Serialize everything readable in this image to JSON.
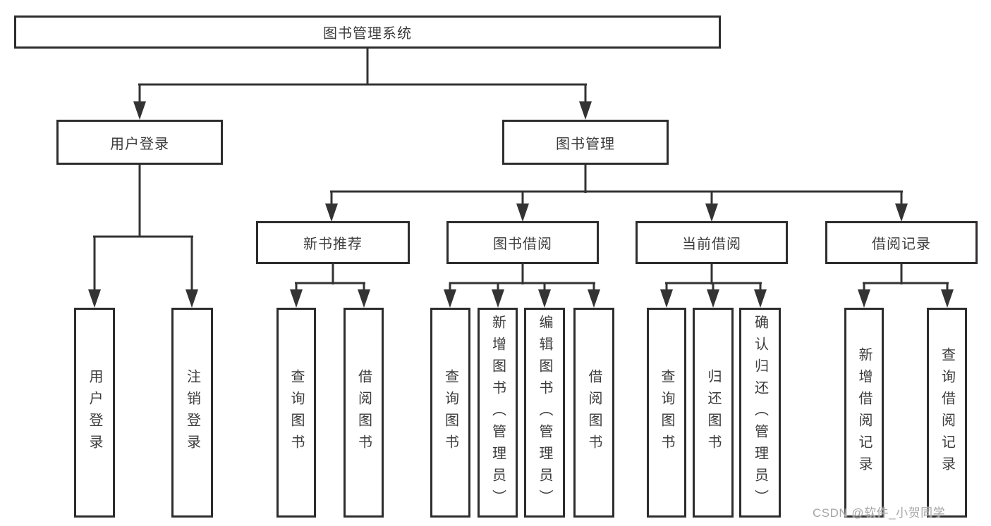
{
  "diagram": {
    "root": {
      "label": "图书管理系统"
    },
    "branches": [
      {
        "label": "用户登录",
        "leaves": [
          {
            "label": "用户登录"
          },
          {
            "label": "注销登录"
          }
        ]
      },
      {
        "label": "图书管理",
        "groups": [
          {
            "label": "新书推荐",
            "leaves": [
              {
                "label": "查询图书"
              },
              {
                "label": "借阅图书"
              }
            ]
          },
          {
            "label": "图书借阅",
            "leaves": [
              {
                "label": "查询图书"
              },
              {
                "label": "新增图书（管理员）"
              },
              {
                "label": "编辑图书（管理员）"
              },
              {
                "label": "借阅图书"
              }
            ]
          },
          {
            "label": "当前借阅",
            "leaves": [
              {
                "label": "查询图书"
              },
              {
                "label": "归还图书"
              },
              {
                "label": "确认归还（管理员）"
              }
            ]
          },
          {
            "label": "借阅记录",
            "leaves": [
              {
                "label": "新增借阅记录"
              },
              {
                "label": "查询借阅记录"
              }
            ]
          }
        ]
      }
    ]
  },
  "watermark": {
    "text": "CSDN @软件_小贺同学"
  },
  "colors": {
    "line": "#333333",
    "node_border": "#2d2d2d",
    "node_fill": "#ffffff",
    "text": "#3c3c3c",
    "watermark": "#a6a6a6",
    "background": "#ffffff"
  }
}
